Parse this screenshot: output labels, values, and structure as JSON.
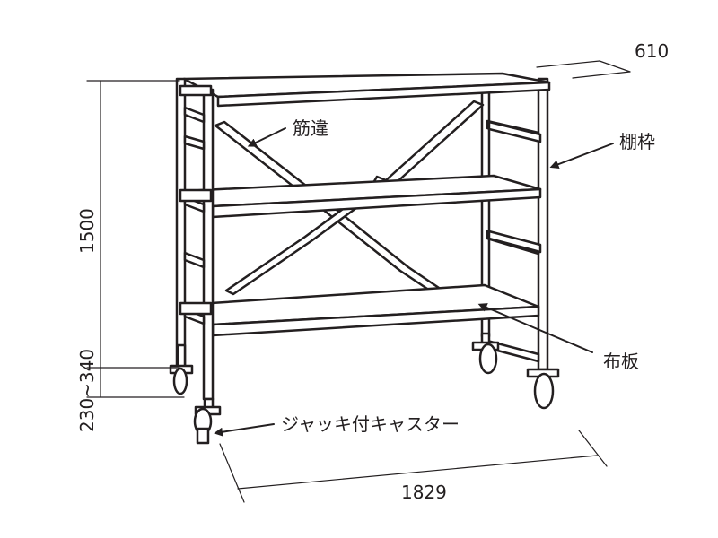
{
  "dimensions": {
    "depth": "610",
    "height": "1500",
    "jack_range": "230~340",
    "width": "1829"
  },
  "labels": {
    "brace": "筋違",
    "shelf_frame": "棚枠",
    "board": "布板",
    "caster": "ジャッキ付キャスター"
  },
  "colors": {
    "line": "#231f20",
    "background": "#ffffff"
  }
}
